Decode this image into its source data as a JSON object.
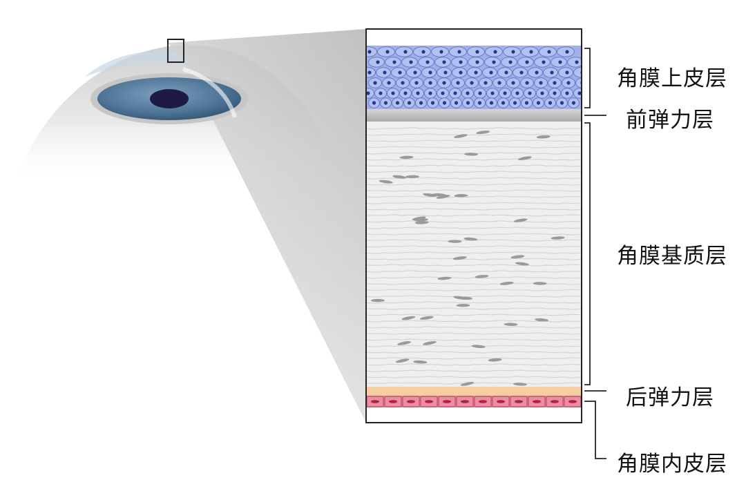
{
  "labels": {
    "epithelium": "角膜上皮层",
    "bowman": "前弹力层",
    "stroma": "角膜基质层",
    "descemet": "后弹力层",
    "endothelium": "角膜内皮层"
  },
  "colors": {
    "epithelium": "#9fb0ea",
    "epithelium_nucleus": "#283492",
    "bowman": "#b9b9b9",
    "stroma": "#efefef",
    "stroma_keratocyte": "#9a9a9a",
    "descemet": "#f5cf9f",
    "endothelium": "#e47f93",
    "iris": "#4e7597",
    "pupil": "#1d1a44",
    "outline": "#222222"
  }
}
